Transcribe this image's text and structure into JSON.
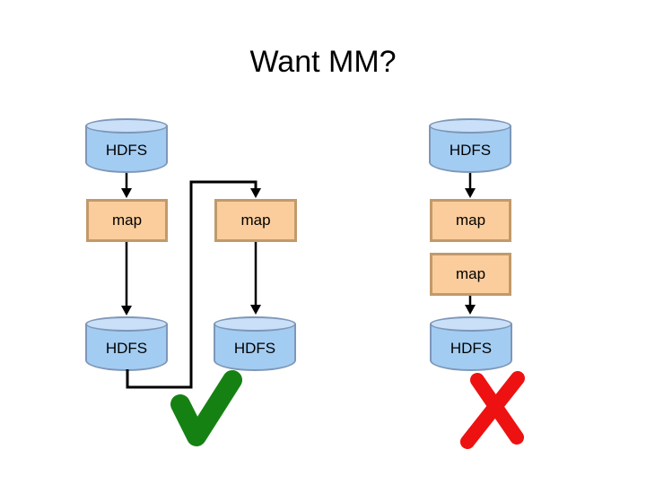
{
  "slide": {
    "title": "Want MM?",
    "background": "#FFFFFF"
  },
  "colors": {
    "title_text": "#000000",
    "hdfs_body_fill": "#A3CCF2",
    "hdfs_top_fill": "#C9E0F8",
    "hdfs_border": "#7E97B8",
    "map_fill": "#FBCD9C",
    "map_border": "#C19A6B",
    "connector": "#000000",
    "checkmark_green": "#168113",
    "cross_red": "#EE1111"
  },
  "diagram": {
    "left_column": {
      "top_hdfs": "HDFS",
      "map": "map",
      "bottom_hdfs": "HDFS"
    },
    "middle_column": {
      "map": "map",
      "bottom_hdfs": "HDFS"
    },
    "right_column": {
      "top_hdfs": "HDFS",
      "map1": "map",
      "map2": "map",
      "bottom_hdfs": "HDFS"
    },
    "annotations": {
      "left_verdict": "checkmark",
      "right_verdict": "cross"
    }
  }
}
